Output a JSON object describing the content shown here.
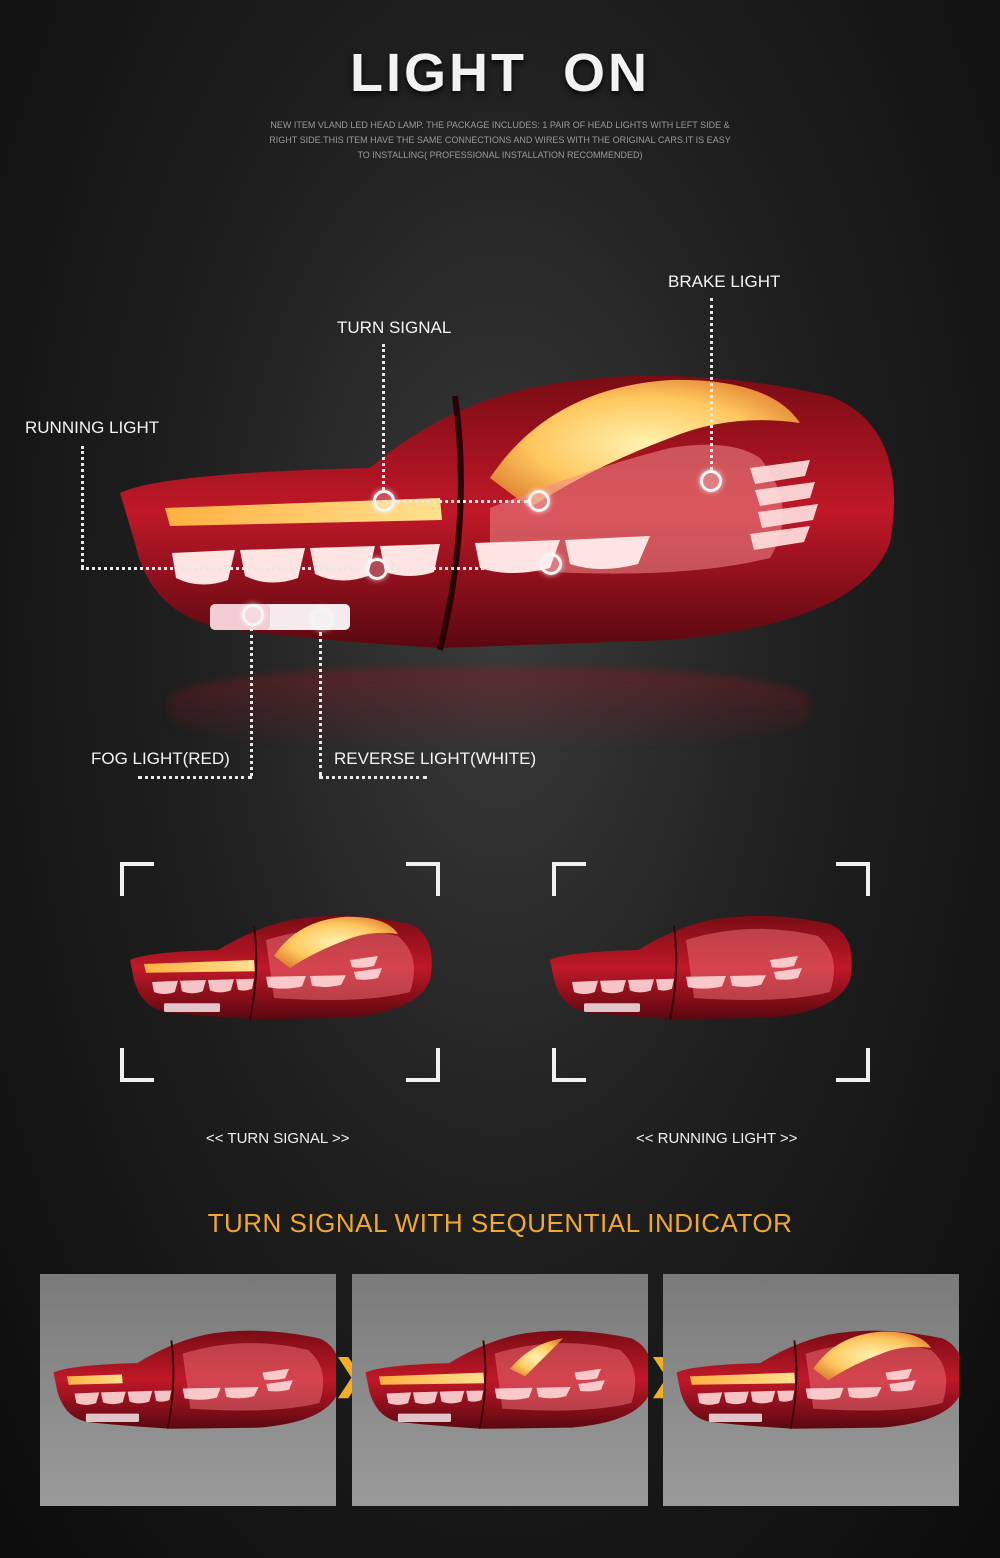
{
  "header": {
    "title": "LIGHT ON",
    "description": "NEW ITEM VLAND LED HEAD LAMP. THE PACKAGE INCLUDES: 1 PAIR OF HEAD LIGHTS WITH LEFT SIDE & RIGHT SIDE.THIS ITEM HAVE THE SAME CONNECTIONS AND WIRES WITH THE ORIGINAL CARS.IT IS EASY TO INSTALLING( PROFESSIONAL INSTALLATION RECOMMENDED)"
  },
  "callouts": {
    "brake_light": "BRAKE LIGHT",
    "turn_signal": "TURN SIGNAL",
    "running_light": "RUNNING LIGHT",
    "fog_light": "FOG LIGHT(RED)",
    "reverse_light": "REVERSE LIGHT(WHITE)"
  },
  "modes": {
    "left_caption": "<<  TURN SIGNAL >>",
    "right_caption": "<<  RUNNING LIGHT >>"
  },
  "sequential": {
    "title": "TURN SIGNAL WITH SEQUENTIAL INDICATOR"
  },
  "colors": {
    "accent_orange": "#f0a830",
    "lamp_red": "#b01020",
    "lamp_amber": "#ffd27a"
  }
}
